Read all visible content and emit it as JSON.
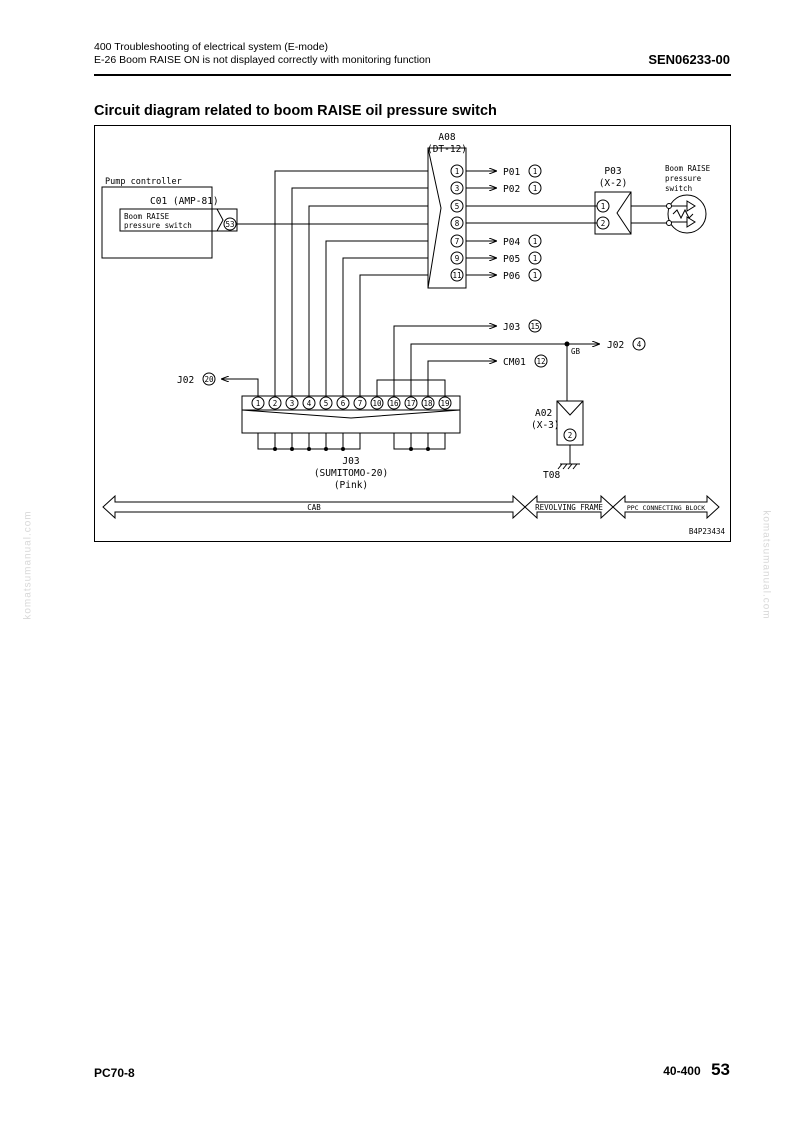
{
  "header": {
    "line1": "400 Troubleshooting of electrical system (E-mode)",
    "line2": "E-26 Boom RAISE ON is not displayed correctly with monitoring function",
    "doc_code": "SEN06233-00"
  },
  "section_title": "Circuit diagram related to boom RAISE oil pressure switch",
  "watermark": "komatsumanual.com",
  "diagram": {
    "a08_name": "A08",
    "a08_type": "(DT-12)",
    "a08_pins": [
      "1",
      "3",
      "5",
      "8",
      "7",
      "9",
      "11"
    ],
    "a08_targets": [
      {
        "name": "P01",
        "pin": "1"
      },
      {
        "name": "P02",
        "pin": "1"
      },
      {
        "name": "P04",
        "pin": "1"
      },
      {
        "name": "P05",
        "pin": "1"
      },
      {
        "name": "P06",
        "pin": "1"
      }
    ],
    "pump_controller": "Pump controller",
    "c01_name": "C01 (AMP-81)",
    "c01_label_line1": "Boom RAISE",
    "c01_label_line2": "pressure switch",
    "c01_pin": "53",
    "p03_name": "P03",
    "p03_type": "(X-2)",
    "p03_pins": [
      "1",
      "2"
    ],
    "switch_label_line1": "Boom RAISE",
    "switch_label_line2": "pressure",
    "switch_label_line3": "switch",
    "j03_out": {
      "name": "J03",
      "pin": "15"
    },
    "j02_out": {
      "name": "J02",
      "pin": "4"
    },
    "cm01_out": {
      "name": "CM01",
      "pin": "12"
    },
    "j02_left": {
      "name": "J02",
      "pin": "20"
    },
    "wire_gb": "GB",
    "j03_pins": [
      "1",
      "2",
      "3",
      "4",
      "5",
      "6",
      "7",
      "10",
      "16",
      "17",
      "18",
      "19"
    ],
    "j03_name": "J03",
    "j03_type": "(SUMITOMO-20)",
    "j03_color": "(Pink)",
    "a02_name": "A02",
    "a02_type": "(X-3)",
    "a02_pin": "2",
    "t08_name": "T08",
    "zone_cab": "CAB",
    "zone_revolving": "REVOLVING FRAME",
    "zone_ppc": "PPC CONNECTING BLOCK",
    "figure_code": "B4P23434"
  },
  "footer": {
    "model": "PC70-8",
    "section_code": "40-400",
    "page": "53"
  }
}
